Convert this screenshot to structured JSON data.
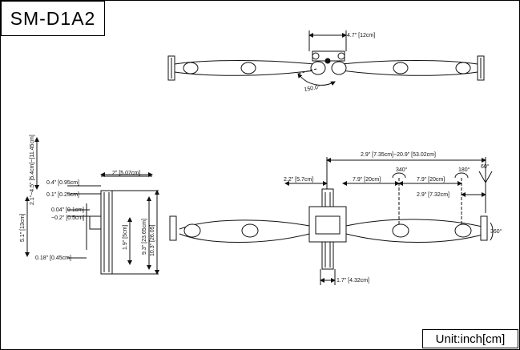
{
  "model": "SM-D1A2",
  "unit_label": "Unit:inch[cm]",
  "top_view": {
    "arm_spacing": "4.7\" [12cm]",
    "swivel_angle": "150.0°"
  },
  "side_view": {
    "depth_top": "2\" [5.07cm]",
    "offset_a": "0.4\" [0.95cm]",
    "offset_b": "0.1\" [0.25cm]",
    "offset_c": "0.04\" [0.1cm]",
    "offset_d": "~0.2\" [0.5cm]",
    "base_offset": "0.18\" [0.45cm]",
    "height_range": "2.1\"~4.5\" [5.4cm]~[11.45cm]",
    "clamp_height": "5.1\" [13cm]",
    "pole_height_a": "9.3\" [23.65cm]",
    "pole_height_b": "10.3\" [26.05]",
    "inner_height": "1.9\" [5cm]"
  },
  "front_view": {
    "total_width": "2.9\" [7.35cm]~20.9\" [53.02cm]",
    "left_offset": "2.2\" [5.7cm]",
    "arm_length_1": "7.9\" [20cm]",
    "arm_length_2": "7.9\" [20cm]",
    "end_offset": "2.9\" [7.32cm]",
    "base_width": "1.7\" [4.32cm]",
    "rotation_340": "340°",
    "rotation_180": "180°",
    "tilt": "60°",
    "rotation_360": "360°"
  }
}
